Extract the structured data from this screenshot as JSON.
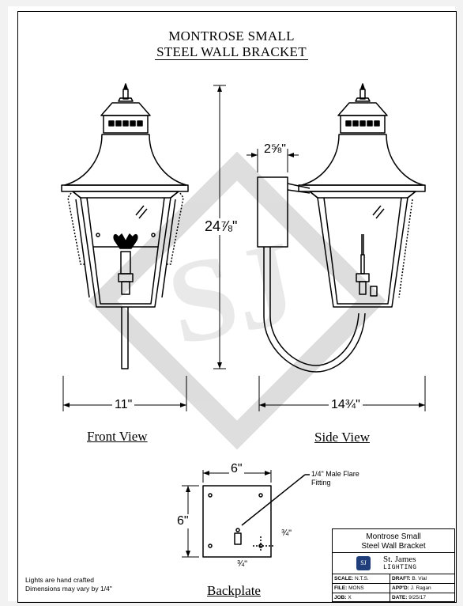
{
  "title": {
    "line1": "MONTROSE SMALL",
    "line2": "STEEL WALL BRACKET"
  },
  "views": {
    "front": "Front View",
    "side": "Side View",
    "backplate": "Backplate"
  },
  "dimensions": {
    "height": "24⅞\"",
    "front_width": "11\"",
    "side_depth": "14¾\"",
    "bracket_depth": "2⅝\"",
    "backplate_width": "6\"",
    "backplate_height": "6\"",
    "small_h": "¾\"",
    "small_v": "¾\""
  },
  "callout": {
    "line1": "1/4\" Male Flare",
    "line2": "Fitting"
  },
  "notes": {
    "line1": "Lights are hand crafted",
    "line2": "Dimensions may vary by 1/4\""
  },
  "title_block": {
    "name_line1": "Montrose Small",
    "name_line2": "Steel Wall Bracket",
    "company": "St. James",
    "company_sub": "LIGHTING",
    "logo": "SJ",
    "scale_label": "SCALE:",
    "scale": "N.T.S.",
    "draft_label": "DRAFT:",
    "draft": "B. Vial",
    "file_label": "FILE:",
    "file": "MONS",
    "appd_label": "APP'D:",
    "appd": "J. Ragan",
    "job_label": "JOB:",
    "job": "X",
    "date_label": "DATE:",
    "date": "9/25/17"
  },
  "colors": {
    "line": "#000000",
    "watermark": "#d8d8d8",
    "logo": "#1f3e7a"
  }
}
